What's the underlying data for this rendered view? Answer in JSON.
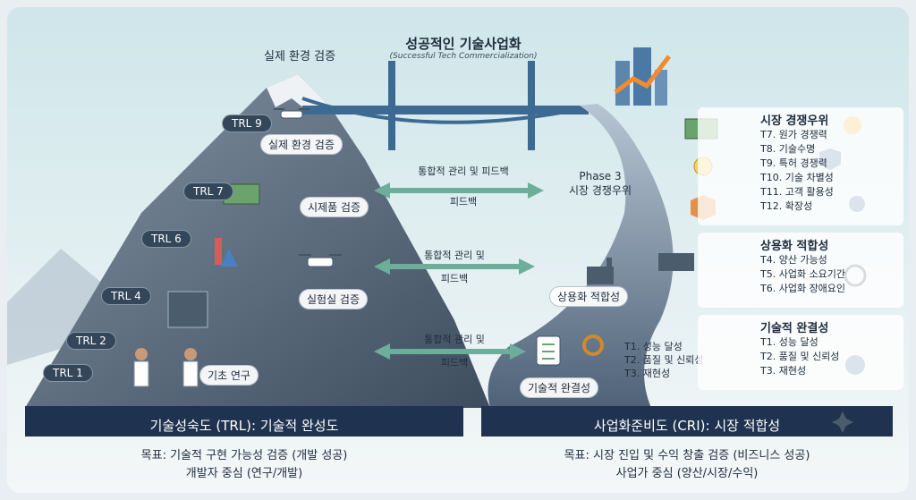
{
  "header": {
    "title": "성공적인 기술사업화",
    "subtitle": "(Successful Tech Commercialization)"
  },
  "mountain": {
    "summit_label": "실제 환경 검증",
    "trl_levels": [
      "TRL 9",
      "TRL 7",
      "TRL 6",
      "TRL 4",
      "TRL 2",
      "TRL 1"
    ],
    "stages": [
      "실제 환경 검증",
      "시제품 검증",
      "실험실 검증",
      "기초 연구"
    ]
  },
  "feedback": {
    "top": [
      "통합적 관리 및 피드백",
      "피드백"
    ],
    "middle": [
      "통합적 관리 및",
      "피드백"
    ],
    "bottom": [
      "통합적 관리 및",
      "피드백"
    ]
  },
  "road": {
    "phase": [
      "Phase 3",
      "시장 경쟁우위"
    ],
    "commercial": "상용화 적합성",
    "technical": "기술적 완결성",
    "technical_items": [
      "T1. 성능 달성",
      "T2. 품질 및 신뢰성",
      "T3. 재현성"
    ]
  },
  "panels": [
    {
      "heading": "시장 경쟁우위",
      "items": [
        "T7. 원가 경쟁력",
        "T8. 기술수명",
        "T9. 특허 경쟁력",
        "T10. 기술 차별성",
        "T11. 고객 활용성",
        "T12. 확장성"
      ]
    },
    {
      "heading": "상용화 적합성",
      "items": [
        "T4. 양산 가능성",
        "T5. 사업화 소요기간",
        "T6. 사업화 장애요인"
      ]
    },
    {
      "heading": "기술적 완결성",
      "items": [
        "T1. 성능 달성",
        "T2. 품질 및 신뢰성",
        "T3. 재현성"
      ]
    }
  ],
  "bands": {
    "left": "기술성숙도 (TRL): 기술적 완성도",
    "right": "사업화준비도 (CRI): 시장 적합성"
  },
  "goals": {
    "left": [
      "목표: 기술적 구현 가능성 검증 (개발 성공)",
      "개발자 중심 (연구/개발)"
    ],
    "right": [
      "목표: 시장 진입 및 수익 창출 검증 (비즈니스 성공)",
      "사업가 중심 (양산/시장/수익)"
    ]
  },
  "colors": {
    "band": "#1f3350",
    "mountain": "#4d5d6e",
    "road": "#5b6f86",
    "arrow": "#6cae9a",
    "accent": "#f28a2e"
  }
}
